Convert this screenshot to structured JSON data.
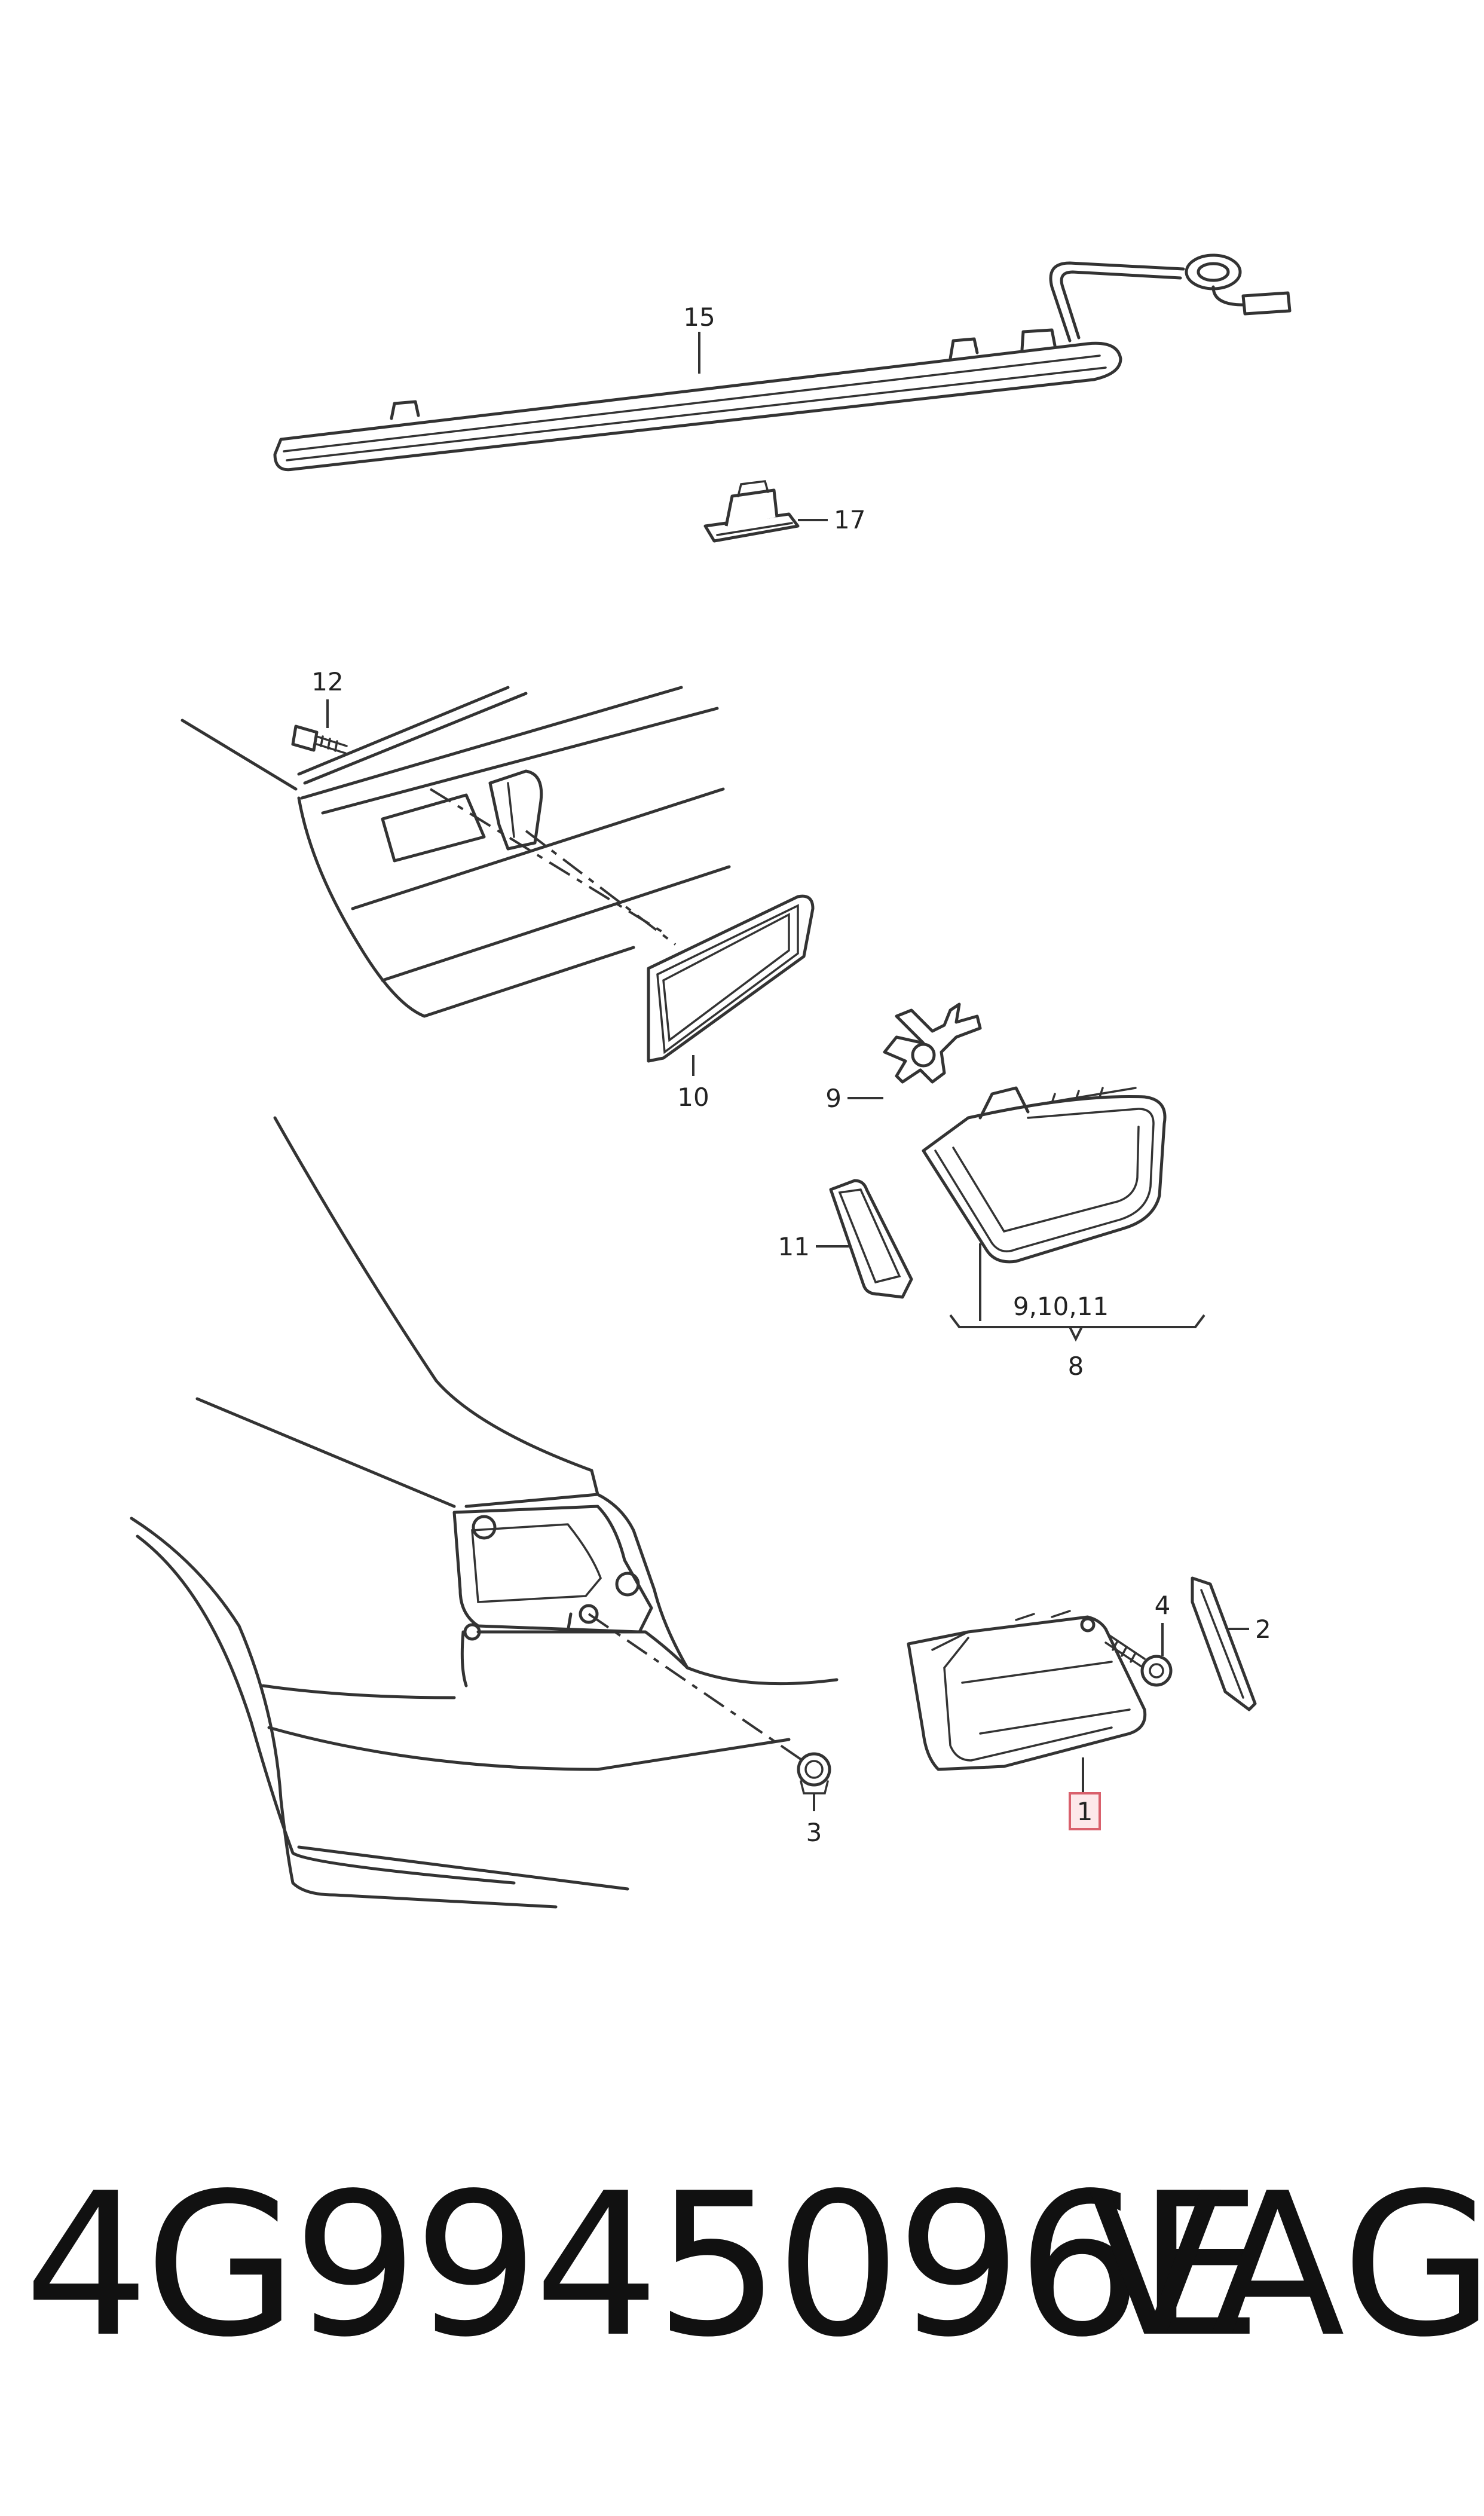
{
  "callouts": {
    "c15": "15",
    "c17": "17",
    "c12": "12",
    "c10": "10",
    "c9": "9",
    "c11": "11",
    "c9_10_11": "9,10,11",
    "c8": "8",
    "c4": "4",
    "c2": "2",
    "c3": "3",
    "c1": "1"
  },
  "footer": {
    "part_number": "4G9945096E",
    "brand": "VAG"
  },
  "colors": {
    "line": "#333333",
    "highlight_fill": "#fde8ea",
    "highlight_border": "#d9606c"
  }
}
